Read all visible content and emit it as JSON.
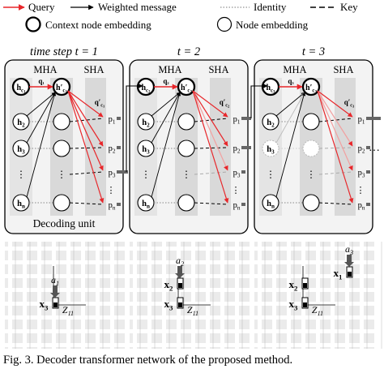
{
  "legend": {
    "query": "Query",
    "weighted_message": "Weighted message",
    "identity": "Identity",
    "key": "Key",
    "context_node_embedding": "Context node embedding",
    "node_embedding": "Node embedding"
  },
  "colors": {
    "query_arrow": "#e8262a",
    "box_fill": "#f3f3f3",
    "sha_band": "#d9d9d9",
    "grid": "#b8b8b8"
  },
  "steps": [
    {
      "title": "time step t = 1",
      "mha": "MHA",
      "sha": "SHA",
      "context": "h′c",
      "query": "qc",
      "query_sha": "q′c",
      "context_sub": "1",
      "footer": "Decoding unit",
      "nodes": [
        "h1",
        "h2",
        "h3",
        "…",
        "hn"
      ],
      "outputs": [
        "p1",
        "p2",
        "p3",
        "…",
        "pn"
      ]
    },
    {
      "title": "t = 2",
      "mha": "MHA",
      "sha": "SHA",
      "context": "h′c",
      "query": "qc",
      "query_sha": "q′c",
      "context_sub": "2",
      "nodes": [
        "h1",
        "h2",
        "h3",
        "…",
        "hn"
      ],
      "outputs": [
        "p1",
        "p2",
        "p3",
        "…",
        "pn"
      ]
    },
    {
      "title": "t = 3",
      "mha": "MHA",
      "sha": "SHA",
      "context": "h′c",
      "query": "qc",
      "query_sha": "q′c",
      "context_sub": "3",
      "nodes": [
        "h1",
        "h2",
        "h3",
        "…",
        "hn"
      ],
      "outputs": [
        "p1",
        "p2",
        "p3",
        "…",
        "pn"
      ]
    }
  ],
  "continuation": "…",
  "maps": [
    {
      "agent": "a1",
      "robots": [
        "x3"
      ],
      "zone": "Z11"
    },
    {
      "agent": "a2",
      "robots": [
        "x2",
        "x3"
      ],
      "zone": "Z11"
    },
    {
      "agent": "a3",
      "robots": [
        "x1",
        "x2",
        "x3"
      ],
      "zone": "Z11"
    }
  ],
  "caption": "Fig. 3.  Decoder transformer network of the proposed method."
}
